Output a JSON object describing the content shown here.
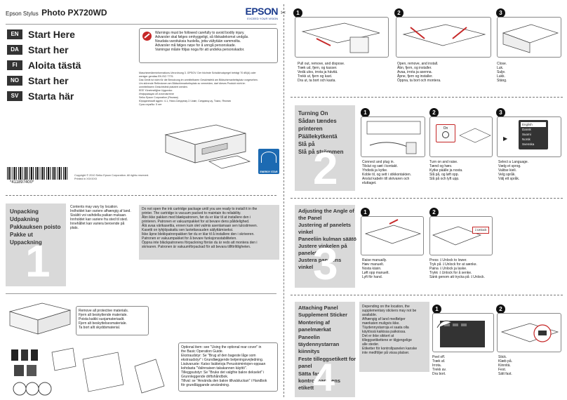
{
  "header": {
    "brand_small": "Epson Stylus",
    "model": "Photo PX720WD",
    "logo": "EPSON",
    "tagline": "EXCEED YOUR VISION"
  },
  "langs": [
    {
      "code": "EN",
      "title": "Start Here"
    },
    {
      "code": "DA",
      "title": "Start her"
    },
    {
      "code": "FI",
      "title": "Aloita tästä"
    },
    {
      "code": "NO",
      "title": "Start her"
    },
    {
      "code": "SV",
      "title": "Starta här"
    }
  ],
  "warnings": [
    "Warnings must be followed carefully to avoid bodily injury.",
    "Advarsler skal følges omhyggeligt, så tilskadekomst undgås.",
    "Noudata varoituksia huolella, jotta vältytään vammoilta.",
    "Advarsler må følges nøye for å unngå personskade.",
    "Varningar måste följas noga för att undvika personskador."
  ],
  "regulatory": [
    "Maschinenlärminformations-Verordnung 3. GPSGV: Der höchste Schalldruckpegel beträgt 70 dB(A) oder",
    "weniger gemäss EN ISO 7779.",
    "Das Gerät ist nicht für die Benutzung im unmittelbaren Gesichtsfeld am Bildschirmarbeitsplatz vorgesehen.",
    "Um störende Reflexionen am Bildschirmarbeitsplatz zu vermeiden, darf dieses Produkt nicht im",
    "unmittelbaren Gesichtsfeld platziert werden.",
    "EEE Yönetmeliğine Uygundur.",
    "Информация об изготовителе",
    "Seiko Epson Corporation (Япония)",
    "Юридический адрес: 4-1, Ниси-Синдзюку 2-Чоме, Синдзюку-ку, Токио, Япония",
    "Срок службы: 5 лет"
  ],
  "barcode_number": "*411897400*",
  "copyright": [
    "Copyright © 2010 Seiko Epson Corporation. All rights reserved.",
    "Printed in XXXXXX"
  ],
  "energy_star": "ENERGY STAR",
  "unpack": {
    "titles": [
      "Unpacking",
      "Udpakning",
      "Pakkauksen poisto",
      "Pakke ut",
      "Uppackning"
    ],
    "num": "1",
    "contents": [
      "Contents may vary by location.",
      "Indholdet kan variere afhængig af land.",
      "Sisältö voi vaihdella paikan mukaan.",
      "Innholdet kan variere fra sted til sted.",
      "Innehållet kan variera beroende på",
      "plats."
    ],
    "cartridge": [
      "Do not open the ink cartridge package until you are ready to install it in the",
      "printer. The cartridge is vacuum packed to maintain its reliability.",
      "Åbn ikke pakken med blækpatronen, før du er klar til at installere den i",
      "printeren. Patronen er vakuumpakket for at bevare dens pålidelighed.",
      "Älä avaa värikasettia, ennen kuin olet valmis asentamaan sen tulostimeen.",
      "Kasetti on tyhjiöpakattu sen luotettavuuden säilyttämiseksi.",
      "Ikke åpne blekkpatronpakken før du er klar til å installere den i skriveren.",
      "Patronen er vakuumpakket for å bevare funksjonsstabiliteten.",
      "Öppna inte bläckpatronens förpackning förrän du är redo att montera den i",
      "skrivaren. Patronen är vakuumförpackad för att bevara tillförlitligheten."
    ]
  },
  "protect": [
    "Remove all protective materials.",
    "Fjern alt beskyttende materiale.",
    "Poista kaikki suojamateriaalit.",
    "Fjern alt beskyttelsesmateriale.",
    "Ta bort allt skyddsmaterial."
  ],
  "optional": [
    "Optional item: see \"Using the optional rear cover\" in",
    "the Basic Operation Guide.",
    "Ekstraudstyr: Se \"Brug af den bageste låge som",
    "ekstraudstyr\" i Grundlæggende betjeningsvejledning.",
    "Lisävaruste: Katso lisätietoja Perustoimintojen-oppaan",
    "kohdasta \"Valinnaisen takakannen käyttö\".",
    "Tilleggsutstyr: Se \"Bruke det valgfrie bakre dekselet\" i",
    "Grunnleggende driftshåndbok.",
    "Tillval: se \"Använda den bakre tillvalsluckan\" i Handbok",
    "för grundläggande användning."
  ],
  "step_r1": [
    {
      "n": "1",
      "text": [
        "Pull out, remove, and dispose.",
        "Træk ud, fjern, og kasser.",
        "Vedä ulos, irrota ja hävitä.",
        "Trekk ut, fjern og kast.",
        "Dra ut, ta bort och kasta."
      ]
    },
    {
      "n": "2",
      "text": [
        "Open, remove, and install.",
        "Åbn, fjern, og installer.",
        "Avaa, irrota ja asenna.",
        "Åpne, fjern og installer.",
        "Öppna, ta bort och montera."
      ]
    },
    {
      "n": "3",
      "text": [
        "Close.",
        "Luk.",
        "Sulje.",
        "Lukk.",
        "Stäng."
      ]
    }
  ],
  "turnon": {
    "titles": [
      "Turning On",
      "Sådan tændes",
      "printeren",
      "Päällekytkentä",
      "Slå på",
      "Slå på strömmen"
    ],
    "num": "2"
  },
  "step_r2": [
    {
      "n": "1",
      "text": [
        "Connect and plug in.",
        "Tilslut og sæt i kontakt.",
        "Yhdistä ja kytke.",
        "Koble til, og sett i stikkontakten.",
        "Anslut kabeln till skrivaren och",
        "eluttaget."
      ]
    },
    {
      "n": "2",
      "text": [
        "Turn on and raise.",
        "Tænd og hæv.",
        "Kytke päälle ja nosta.",
        "Slå på, og løft opp.",
        "Slå på och lyft upp."
      ],
      "on": "On"
    },
    {
      "n": "3",
      "text": [
        "Select a Language.",
        "Vælg et sprog.",
        "Valitse kieli.",
        "Velg språk.",
        "Välj ett språk."
      ],
      "menu": [
        "English",
        "Dansk",
        "Suomi",
        "Norsk",
        "Svenska"
      ]
    }
  ],
  "angle": {
    "titles": [
      "Adjusting the Angle of",
      "the Panel",
      "Justering af panelets",
      "vinkel",
      "Paneeliin kulman säätö",
      "Justere vinkelen på",
      "panelet",
      "Justera panelens",
      "vinkel"
    ],
    "num": "3"
  },
  "step_r3": [
    {
      "n": "1",
      "text": [
        "Raise manually.",
        "Hæv manuelt.",
        "Nosta käsin.",
        "Løft opp manuelt.",
        "Lyft för hand."
      ]
    },
    {
      "n": "2",
      "text": [
        "Press ⇩Unlock to lower.",
        "Tryk på ⇩Unlock for at sænke.",
        "Paina ⇩Unlock ja laske.",
        "Trykk ⇩Unlock for å senke.",
        "Sänk genom att trycka på ⇩Unlock."
      ],
      "unlock": "⇩Unlock"
    }
  ],
  "sticker": {
    "titles": [
      "Attaching Panel",
      "Supplement Sticker",
      "Montering af",
      "panelmærkat",
      "Paneelin",
      "täydennystarran",
      "kiinnitys",
      "Feste tilleggsetikett for",
      "panel",
      "Sätta fast",
      "kontrollpanelens",
      "etikett"
    ],
    "num": "4",
    "note": [
      "Depending on the location, the",
      "supplementary stickers may not be",
      "available.",
      "Afhængig af land medfølger",
      "mærkaten muligvis ikke.",
      "Täydennystarroja ei saata olla",
      "käytössä kaikissa paikoissa.",
      "Det er ikke sikkert at",
      "tilleggsetikettene er tilgjengelige",
      "alle steder.",
      "Etiketter för kontrollpanelen kanske",
      "inte medföljer på vissa platser."
    ]
  },
  "step_r4": [
    {
      "n": "1",
      "text": [
        "Peel off.",
        "Træk af.",
        "Irrota.",
        "Trekk av.",
        "Dra bort."
      ]
    },
    {
      "n": "2",
      "text": [
        "Stick.",
        "Klæb på.",
        "Kiinnitä.",
        "Fest.",
        "Sätt fast."
      ]
    }
  ]
}
